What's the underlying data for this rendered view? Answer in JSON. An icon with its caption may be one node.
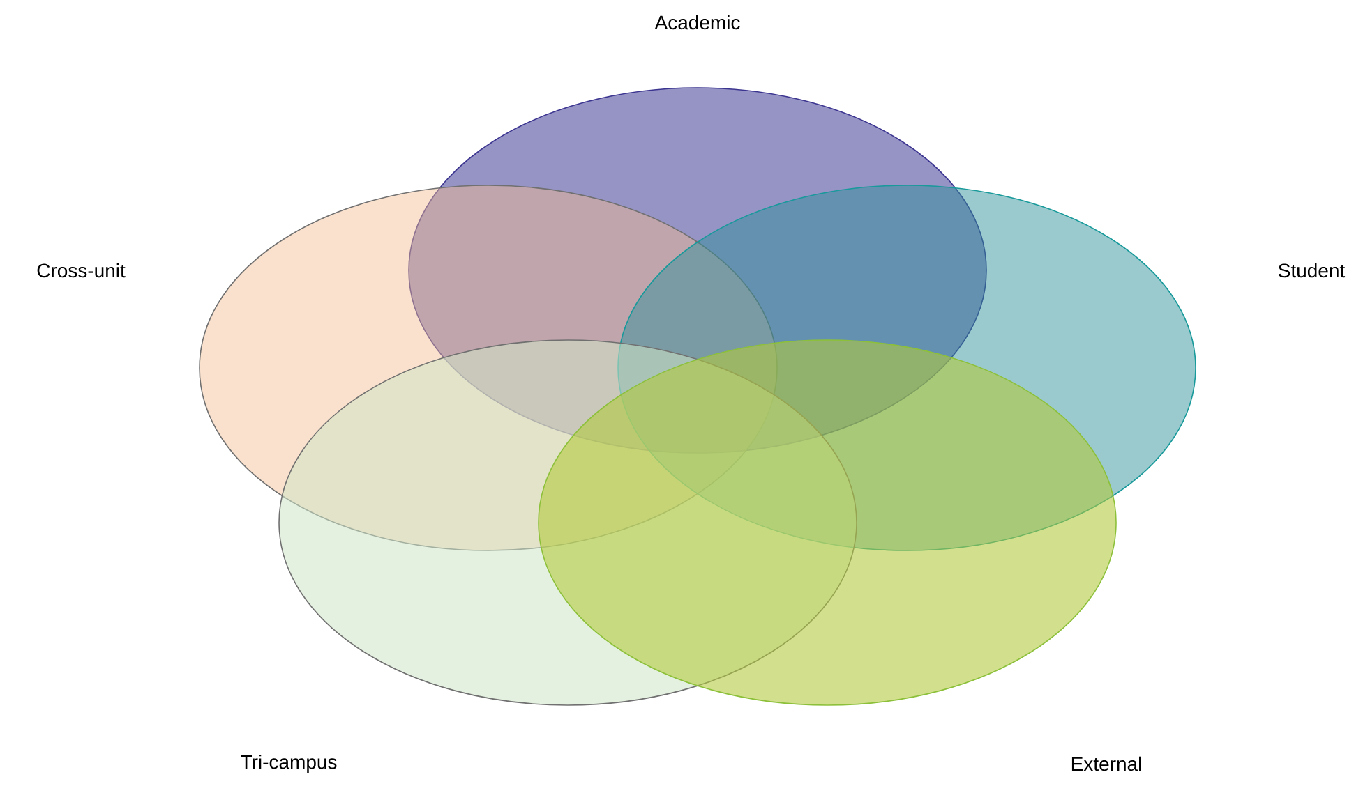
{
  "diagram": {
    "nodes": [
      {
        "text": [
          "Academic"
        ]
      },
      {
        "text": [
          "Cross-unit"
        ]
      },
      {
        "text": [
          "Student"
        ]
      },
      {
        "text": [
          "Tri-campus"
        ]
      },
      {
        "text": [
          "External"
        ]
      }
    ]
  }
}
